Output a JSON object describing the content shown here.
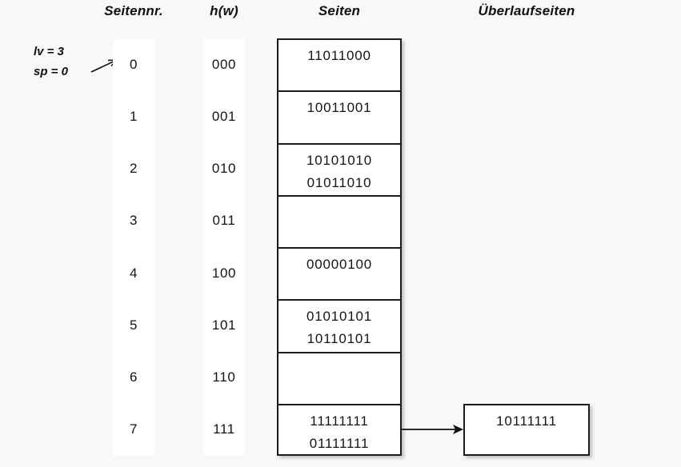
{
  "headers": {
    "seitennr": "Seitennr.",
    "hw": "h(w)",
    "seiten": "Seiten",
    "ueberlaufseiten": "Überlaufseiten"
  },
  "params": {
    "lv": "lv = 3",
    "sp": "sp = 0",
    "pointer_icon": "arrow-up-right-icon"
  },
  "colors": {
    "background": "#f8f8f7",
    "box_border": "#1b1b1b",
    "box_fill": "#ffffff",
    "text": "#141414",
    "column_tint": "#ffffff"
  },
  "rows": [
    {
      "seitennr": "0",
      "hw": "000",
      "keys": [
        "11011000"
      ]
    },
    {
      "seitennr": "1",
      "hw": "001",
      "keys": [
        "10011001"
      ]
    },
    {
      "seitennr": "2",
      "hw": "010",
      "keys": [
        "10101010",
        "01011010"
      ]
    },
    {
      "seitennr": "3",
      "hw": "011",
      "keys": []
    },
    {
      "seitennr": "4",
      "hw": "100",
      "keys": [
        "00000100"
      ]
    },
    {
      "seitennr": "5",
      "hw": "101",
      "keys": [
        "01010101",
        "10110101"
      ]
    },
    {
      "seitennr": "6",
      "hw": "110",
      "keys": []
    },
    {
      "seitennr": "7",
      "hw": "111",
      "keys": [
        "11111111",
        "01111111"
      ]
    }
  ],
  "overflow": {
    "source_row": "7",
    "arrow_icon": "arrow-right-icon",
    "keys": [
      "10111111"
    ]
  }
}
